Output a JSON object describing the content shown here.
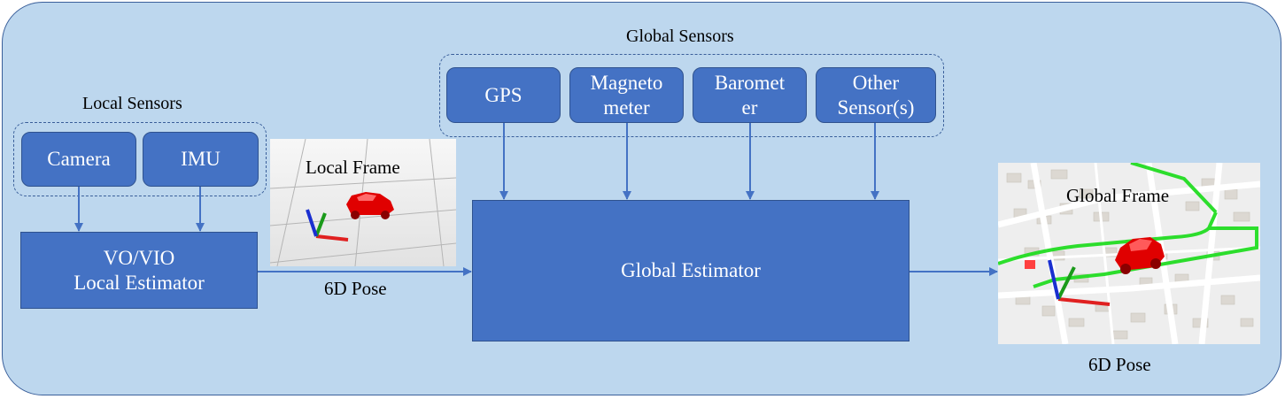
{
  "local_sensors": {
    "title": "Local Sensors",
    "items": [
      {
        "label": "Camera"
      },
      {
        "label": "IMU"
      }
    ]
  },
  "global_sensors": {
    "title": "Global Sensors",
    "items": [
      {
        "label": "GPS"
      },
      {
        "label": "Magneto\nmeter"
      },
      {
        "label": "Baromet\ner"
      },
      {
        "label": "Other\nSensor(s)"
      }
    ]
  },
  "local_estimator": {
    "label": "VO/VIO\nLocal Estimator"
  },
  "global_estimator": {
    "label": "Global Estimator"
  },
  "local_frame": {
    "title": "Local Frame",
    "pose_label": "6D Pose"
  },
  "global_frame": {
    "title": "Global Frame",
    "pose_label": "6D Pose"
  },
  "colors": {
    "panel_bg": "#bdd7ee",
    "box_fill": "#4472c4",
    "box_border": "#2f528f",
    "arrow": "#4472c4",
    "car": "#e00000",
    "axis_x": "#e02020",
    "axis_y": "#1a9a1a",
    "axis_z": "#1a2fd0",
    "trajectory": "#22dd22"
  }
}
